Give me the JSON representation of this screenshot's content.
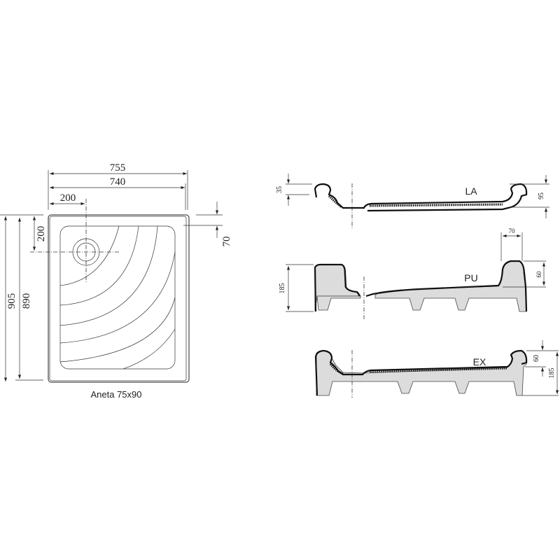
{
  "plan": {
    "caption": "Aneta 75x90",
    "dims": {
      "outer_width": "755",
      "inner_width": "740",
      "drain_x": "200",
      "outer_height": "905",
      "inner_height": "890",
      "drain_y": "200",
      "rim": "70"
    }
  },
  "sections": {
    "la": {
      "label": "LA",
      "dim_left": "35",
      "dim_right": "95"
    },
    "pu": {
      "label": "PU",
      "dim_left": "185",
      "dim_top": "70",
      "dim_right": "60"
    },
    "ex": {
      "label": "EX",
      "dim_right_a": "60",
      "dim_right_b": "185"
    }
  },
  "colors": {
    "line": "#222222",
    "fill": "#dcdcdc"
  }
}
